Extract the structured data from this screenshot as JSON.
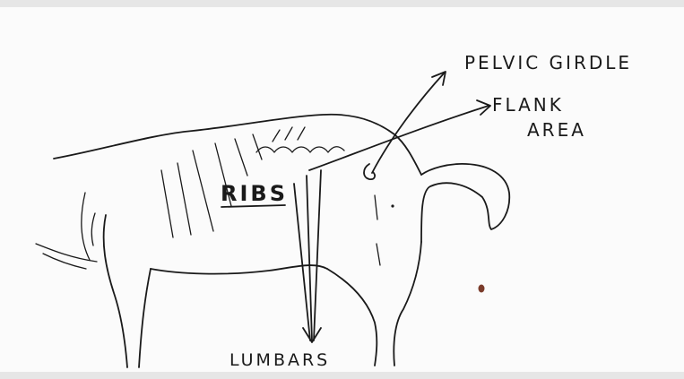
{
  "labels": {
    "pelvic_girdle": "PELVIC GIRDLE",
    "flank_line1": "FLANK",
    "flank_line2": "AREA",
    "ribs": "RIBS",
    "lumbars": "LUMBARS"
  },
  "colors": {
    "ink": "#1a1a1a",
    "paper": "#fbfbfb"
  }
}
